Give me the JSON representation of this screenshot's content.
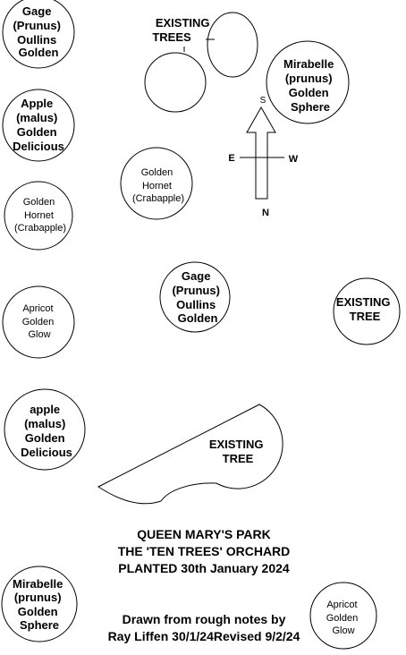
{
  "plan": {
    "trees": {
      "gage_top_left": [
        "Gage",
        "(Prunus)",
        "Oullins",
        "Golden"
      ],
      "apple_left": [
        "Apple",
        "(malus)",
        "Golden",
        "Delicious"
      ],
      "hornet_left": [
        "Golden",
        "Hornet",
        "(Crabapple)"
      ],
      "apricot_left": [
        "Apricot",
        "Golden",
        "Glow"
      ],
      "apple_lower_left": [
        "apple",
        "(malus)",
        "Golden",
        "Delicious"
      ],
      "mirabelle_bottom_left": [
        "Mirabelle",
        "(prunus)",
        "Golden",
        "Sphere"
      ],
      "hornet_center": [
        "Golden",
        "Hornet",
        "(Crabapple)"
      ],
      "gage_center": [
        "Gage",
        "(Prunus)",
        "Oullins",
        "Golden"
      ],
      "mirabelle_top_right": [
        "Mirabelle",
        "(prunus)",
        "Golden",
        "Sphere"
      ],
      "apricot_bottom_right": [
        "Apricot",
        "Golden",
        "Glow"
      ]
    },
    "existing": {
      "top_label": [
        "EXISTING",
        "TREES"
      ],
      "right_label": [
        "EXISTING",
        "TREE"
      ],
      "half_moon_label": [
        "EXISTING",
        "TREE"
      ]
    },
    "compass": {
      "north": "N",
      "south": "S",
      "east": "E",
      "west": "W"
    },
    "title": {
      "line1": "QUEEN MARY'S PARK",
      "line2": "THE 'TEN TREES' ORCHARD",
      "line3": "PLANTED 30th January 2024"
    },
    "credit": {
      "line1": "Drawn from rough notes by",
      "line2": "Ray Liffen 30/1/24Revised 9/2/24"
    }
  }
}
